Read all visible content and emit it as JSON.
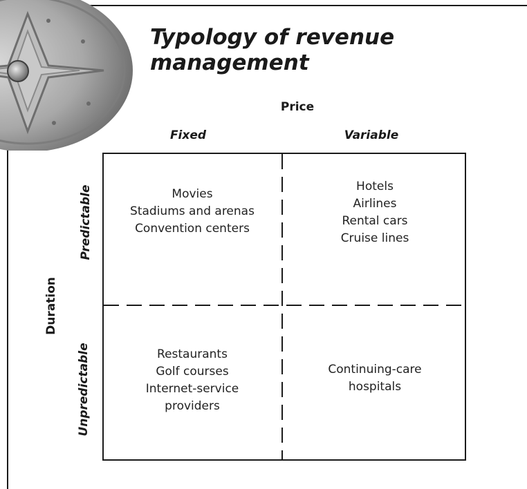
{
  "title": "Typology of revenue management",
  "axes": {
    "price": "Price",
    "duration": "Duration",
    "columns": [
      "Fixed",
      "Variable"
    ],
    "rows": [
      "Predictable",
      "Unpredictable"
    ]
  },
  "quadrants": {
    "predictable_fixed": [
      "Movies",
      "Stadiums and arenas",
      "Convention centers"
    ],
    "predictable_variable": [
      "Hotels",
      "Airlines",
      "Rental cars",
      "Cruise lines"
    ],
    "unpredictable_fixed": [
      "Restaurants",
      "Golf courses",
      "Internet-service",
      "providers"
    ],
    "unpredictable_variable": [
      "Continuing-care",
      "hospitals"
    ]
  },
  "colors": {
    "ink": "#1a1a1a",
    "emblem": "#8a8a8a"
  }
}
